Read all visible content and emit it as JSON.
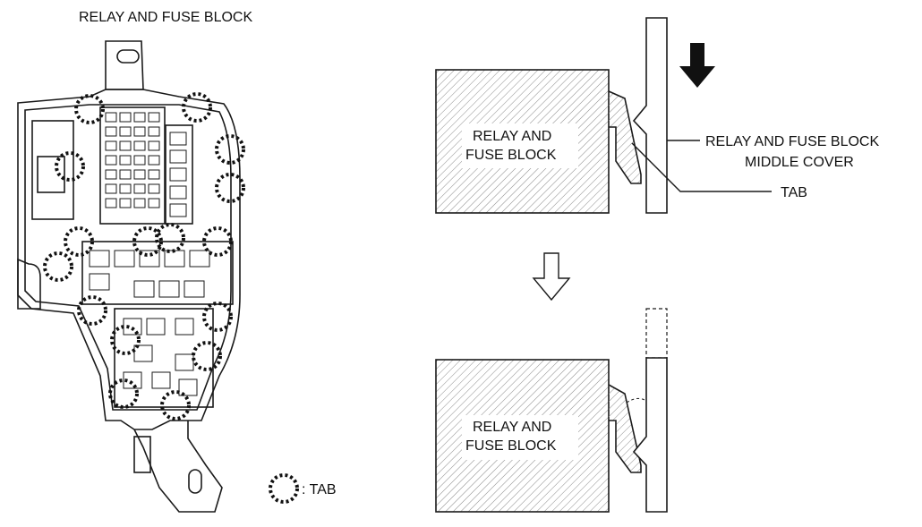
{
  "diagram": {
    "title": "RELAY AND FUSE BLOCK",
    "block_label_line1": "RELAY AND",
    "block_label_line2": "FUSE BLOCK",
    "cover_label_line1": "RELAY AND FUSE BLOCK",
    "cover_label_line2": "MIDDLE COVER",
    "tab_label": "TAB",
    "legend_label": ": TAB"
  },
  "colors": {
    "line": "#1a1a1a",
    "hatch": "#8a8a8a",
    "background": "#ffffff"
  },
  "icons": {
    "solid_arrow": "arrow-down-solid-icon",
    "outline_arrow": "arrow-down-outline-icon",
    "tab_marker": "dotted-circle-icon"
  }
}
